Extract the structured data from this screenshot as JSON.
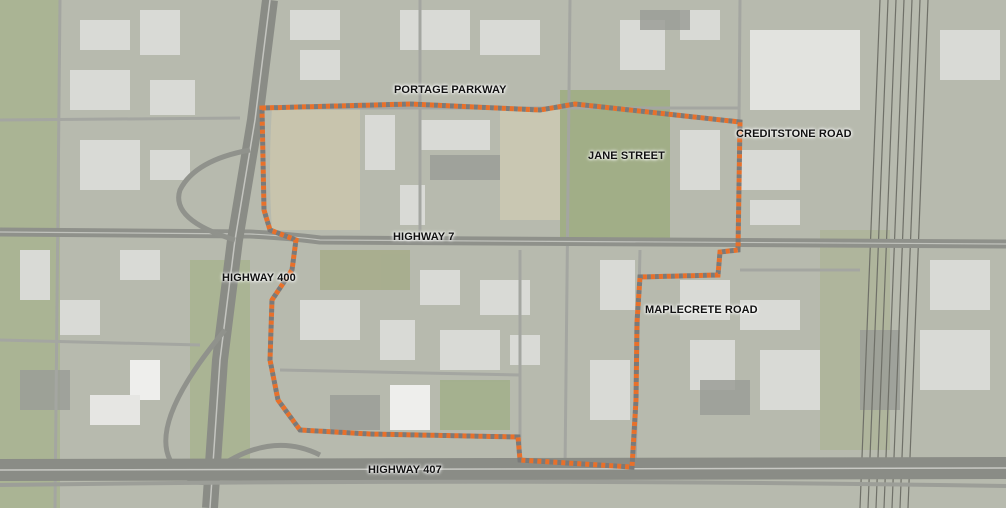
{
  "map": {
    "type": "aerial-site-boundary-map",
    "boundary_colors": {
      "primary": "#e8702a",
      "secondary": "#7a7a7a"
    },
    "labels": {
      "portage_parkway": "PORTAGE PARKWAY",
      "creditstone_road": "CREDITSTONE ROAD",
      "jane_street": "JANE STREET",
      "highway_7": "HIGHWAY 7",
      "highway_400": "HIGHWAY 400",
      "maplecrete_road": "MAPLECRETE ROAD",
      "highway_407": "HIGHWAY 407"
    }
  }
}
